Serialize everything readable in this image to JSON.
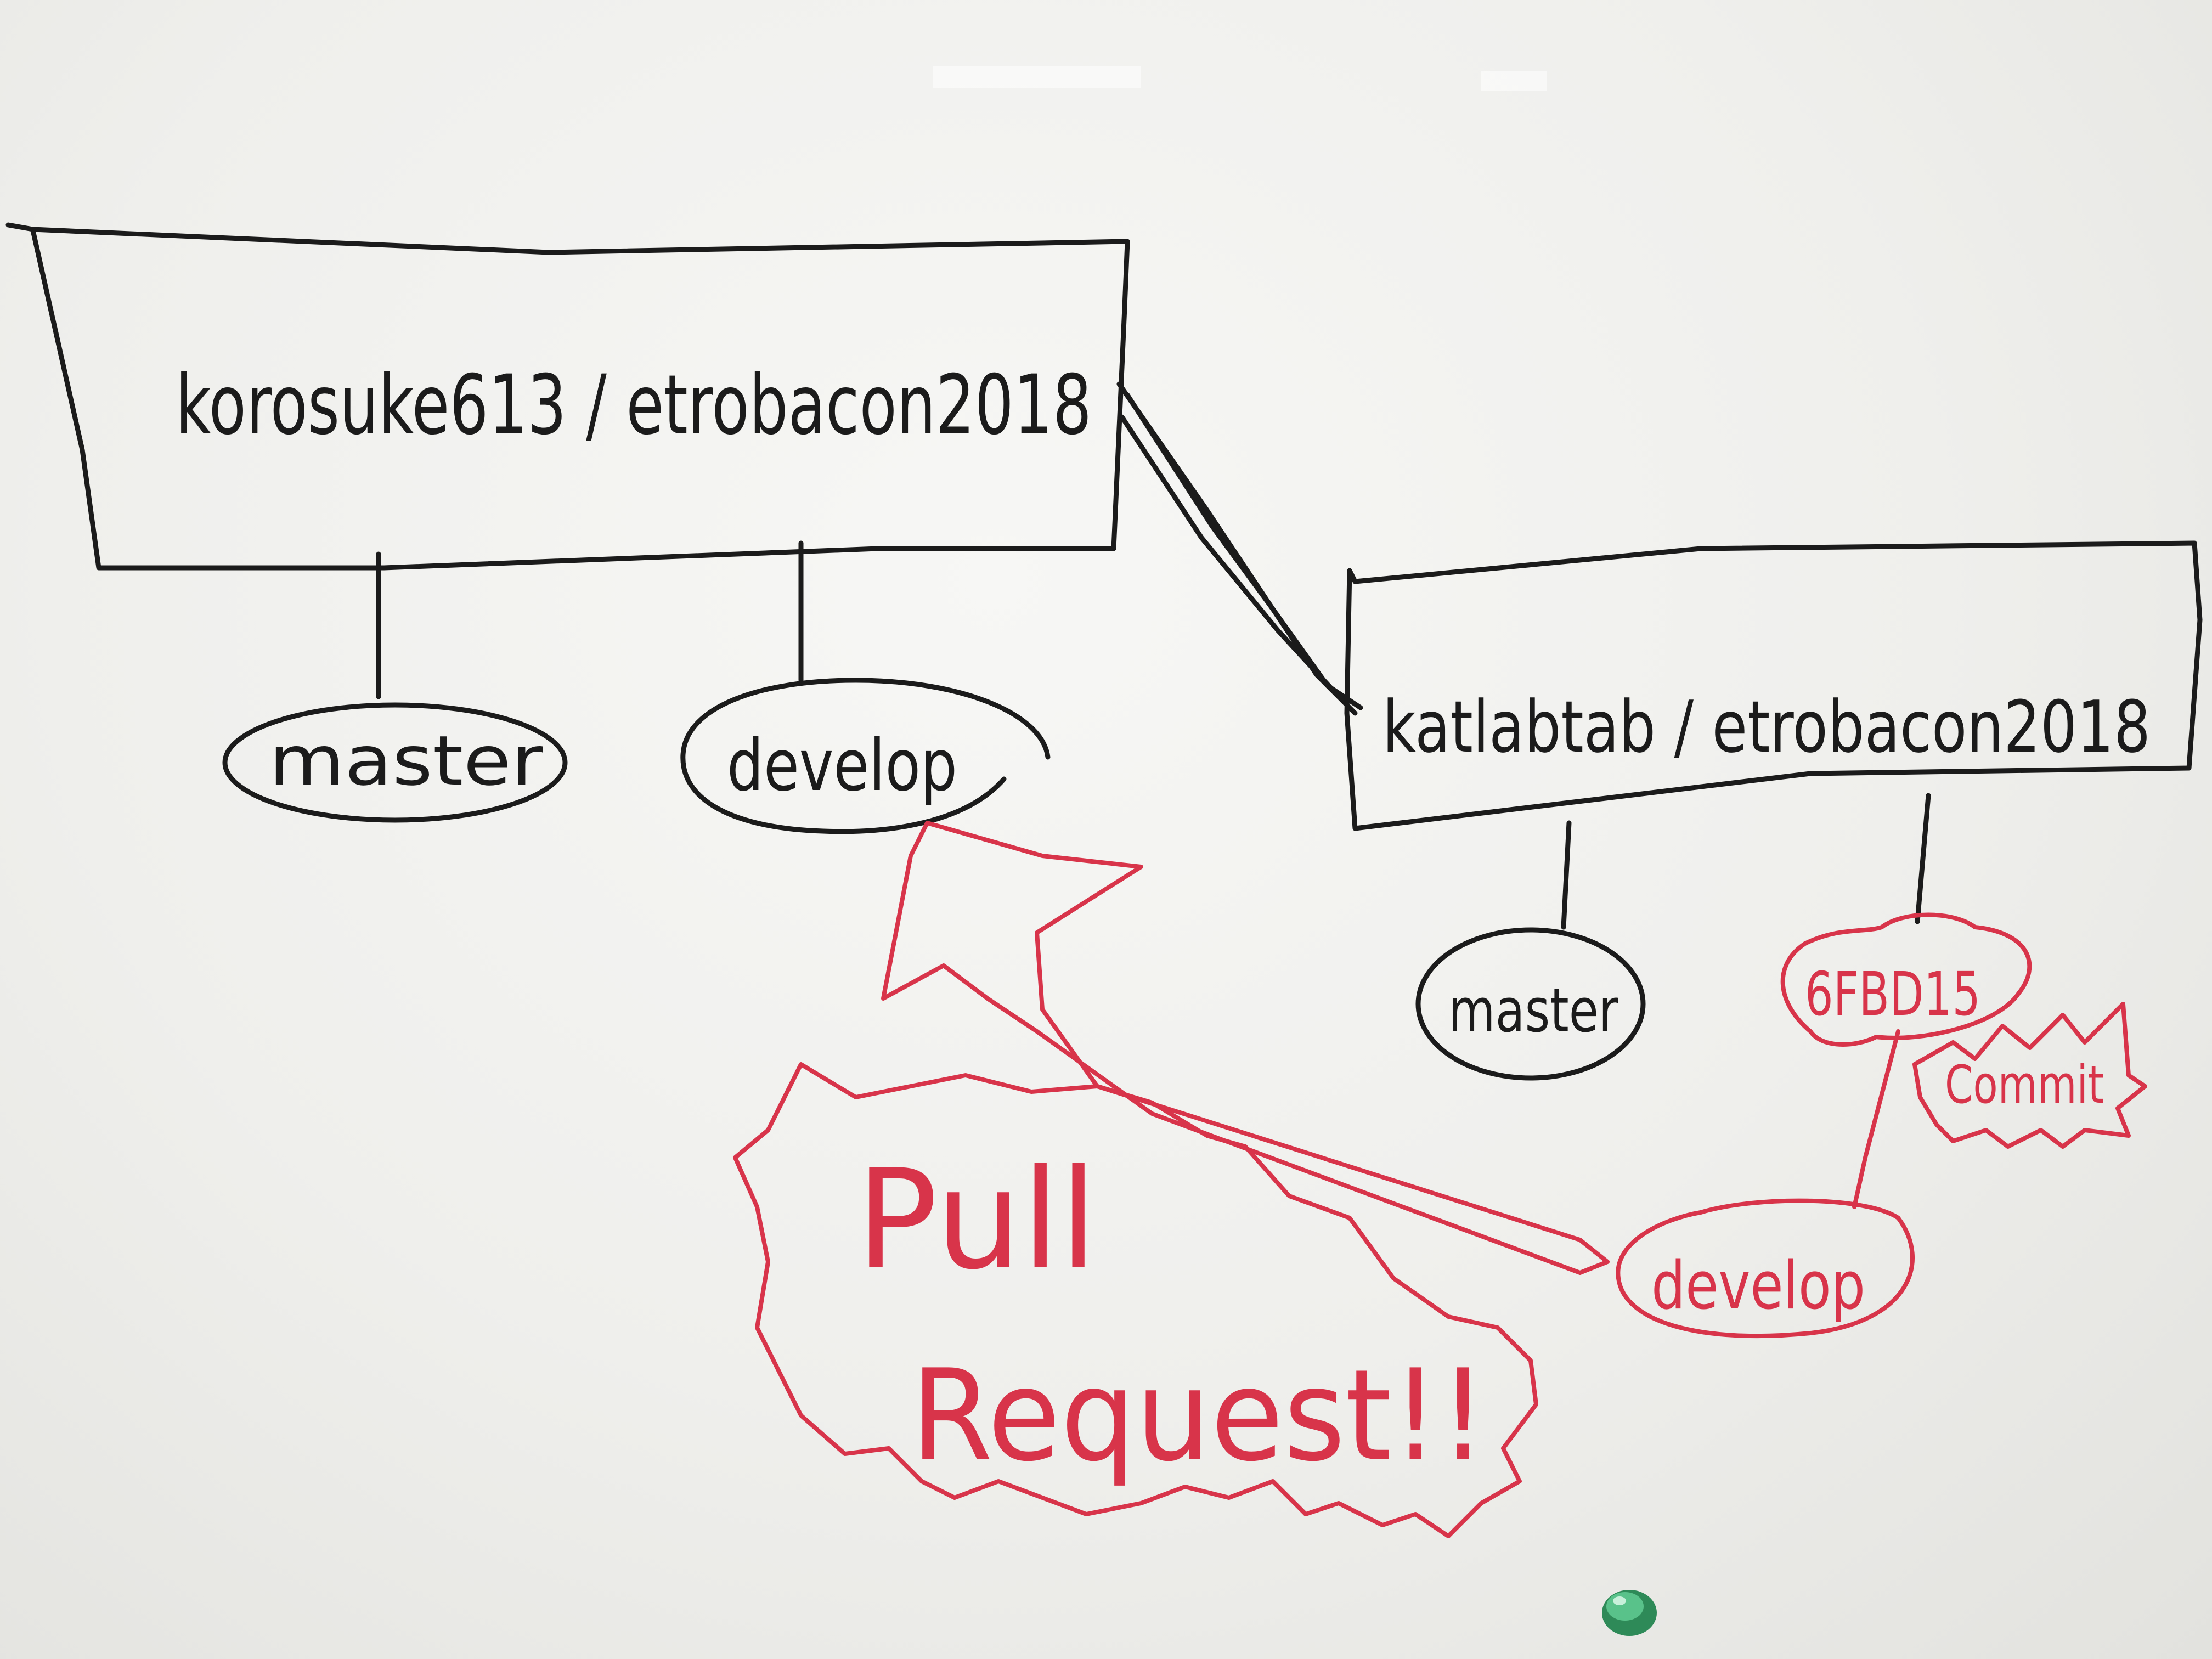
{
  "upstream": {
    "repo_label": "korosuke613 / etrobacon2018",
    "branch_master": "master",
    "branch_develop": "develop"
  },
  "fork": {
    "repo_label": "katlabtab / etrobacon2018",
    "branch_master": "master",
    "branch_feature": "6FBD15",
    "branch_develop": "develop",
    "commit_label": "Commit"
  },
  "pull_request": {
    "line1": "Pull",
    "line2": "Request!!"
  },
  "colors": {
    "black_ink": "#1b1b1b",
    "red_ink": "#d8344a",
    "board": "#efefec",
    "magnet": "#3aa06a"
  }
}
